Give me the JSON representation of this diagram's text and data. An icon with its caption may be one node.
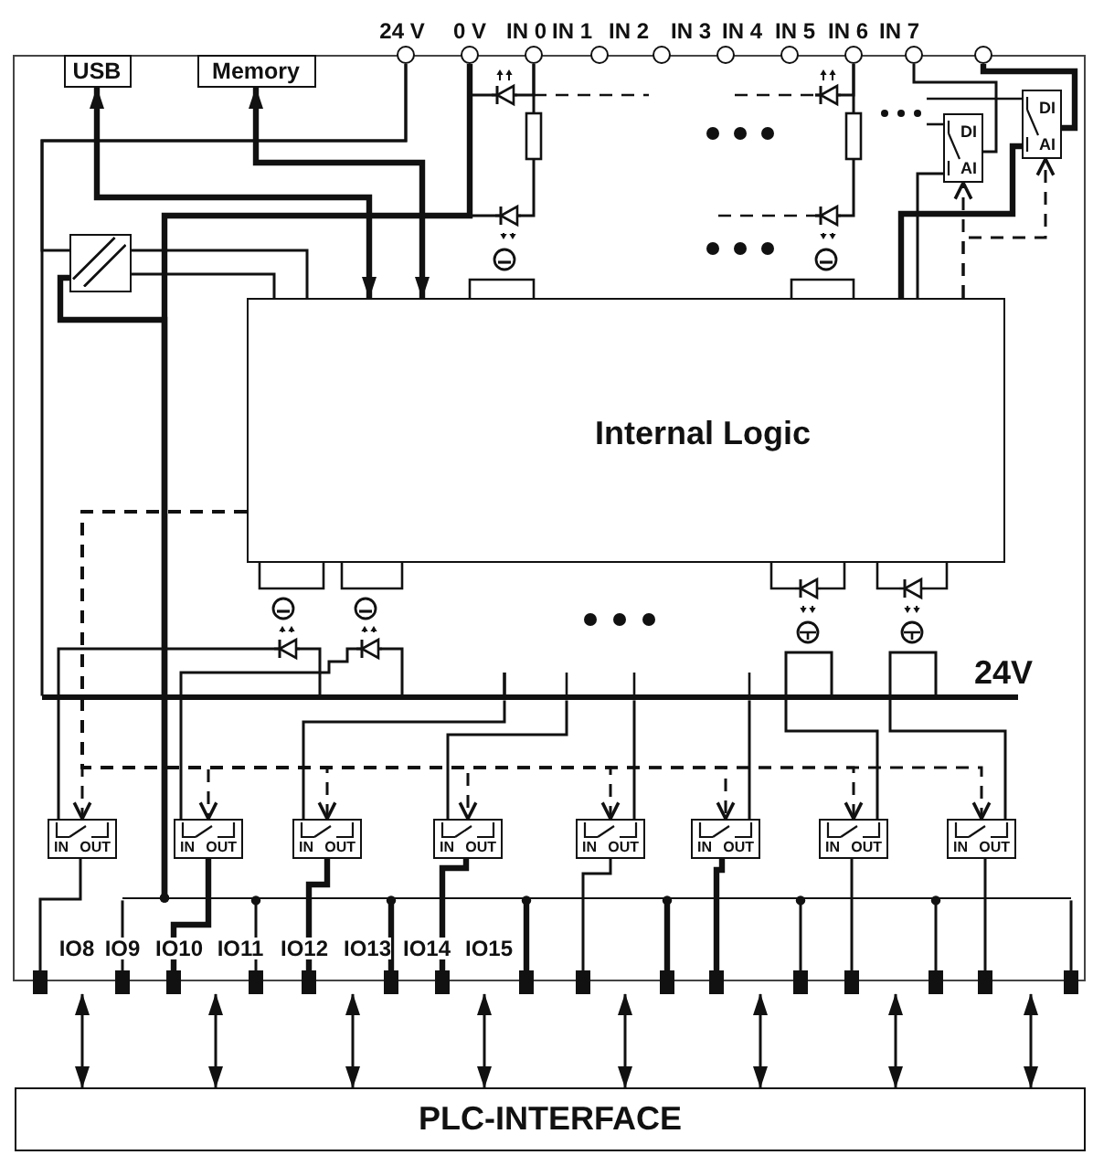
{
  "diagram": {
    "nodes": [
      {
        "text": [],
        "shape": "box"
      },
      {
        "text": [
          "USB"
        ],
        "in": 0
      },
      {
        "text": [
          "Memory"
        ],
        "in": 0
      },
      {
        "text": [],
        "shape": "circle"
      },
      {
        "text": [],
        "shape": "circle"
      },
      {
        "text": [],
        "shape": "circle"
      },
      {
        "text": [],
        "shape": "circle"
      },
      {
        "text": [],
        "shape": "circle"
      },
      {
        "text": [],
        "shape": "circle"
      },
      {
        "text": [],
        "shape": "circle"
      },
      {
        "text": [],
        "shape": "circle"
      },
      {
        "text": [],
        "shape": "circle"
      },
      {
        "text": [],
        "shape": "circle"
      },
      {
        "text": [
          "DI",
          "AI"
        ],
        "in": 0
      },
      {
        "text": [
          "DI",
          "AI"
        ],
        "in": 0
      },
      {
        "text": [],
        "shape": "box",
        "in": 0
      },
      {
        "text": [
          "Internal Logic"
        ],
        "in": 0
      },
      {
        "text": [],
        "shape": "bar",
        "in": 0,
        "beside": [
          "24V"
        ]
      },
      {
        "text": [
          "IN",
          "OUT"
        ],
        "in": 0
      },
      {
        "text": [
          "IN",
          "OUT"
        ],
        "in": 0
      },
      {
        "text": [
          "IN",
          "OUT"
        ],
        "in": 0
      },
      {
        "text": [
          "IN",
          "OUT"
        ],
        "in": 0
      },
      {
        "text": [
          "IN",
          "OUT"
        ],
        "in": 0
      },
      {
        "text": [
          "IN",
          "OUT"
        ],
        "in": 0
      },
      {
        "text": [
          "IN",
          "OUT"
        ],
        "in": 0
      },
      {
        "text": [
          "IN",
          "OUT"
        ],
        "in": 0
      },
      {
        "text": [],
        "shape": "bar",
        "in": 0
      },
      {
        "text": [],
        "shape": "bar"
      },
      {
        "text": [],
        "shape": "bar"
      },
      {
        "text": [],
        "shape": "bar"
      },
      {
        "text": [],
        "shape": "bar"
      },
      {
        "text": [],
        "shape": "bar"
      },
      {
        "text": [],
        "shape": "bar"
      },
      {
        "text": [],
        "shape": "bar"
      },
      {
        "text": [],
        "shape": "bar"
      },
      {
        "text": [],
        "shape": "bar"
      },
      {
        "text": [],
        "shape": "bar"
      },
      {
        "text": [],
        "shape": "bar"
      },
      {
        "text": [],
        "shape": "bar"
      },
      {
        "text": [],
        "shape": "bar"
      },
      {
        "text": [],
        "shape": "bar"
      },
      {
        "text": [],
        "shape": "bar"
      },
      {
        "text": [],
        "shape": "bar"
      },
      {
        "text": [
          "PLC-INTERFACE"
        ]
      }
    ],
    "edges": [
      {
        "from": 1,
        "to": 16,
        "arrow": "both",
        "style": "thick"
      },
      {
        "from": 2,
        "to": 16,
        "arrow": "both",
        "style": "thick"
      },
      {
        "from": 16,
        "to": 13,
        "arrow": "to",
        "style": "dashed"
      },
      {
        "from": 16,
        "to": 14,
        "arrow": "to",
        "style": "dashed"
      },
      {
        "from": 13,
        "to": 16,
        "arrow": "none"
      },
      {
        "from": 14,
        "to": 16,
        "arrow": "none",
        "style": "thick"
      },
      {
        "from": 16,
        "to": 18,
        "arrow": "to",
        "style": "dashed"
      },
      {
        "from": 16,
        "to": 19,
        "arrow": "to",
        "style": "dashed"
      },
      {
        "from": 16,
        "to": 20,
        "arrow": "to",
        "style": "dashed"
      },
      {
        "from": 16,
        "to": 21,
        "arrow": "to",
        "style": "dashed"
      },
      {
        "from": 16,
        "to": 22,
        "arrow": "to",
        "style": "dashed"
      },
      {
        "from": 16,
        "to": 23,
        "arrow": "to",
        "style": "dashed"
      },
      {
        "from": 16,
        "to": 24,
        "arrow": "to",
        "style": "dashed"
      },
      {
        "from": 16,
        "to": 25,
        "arrow": "to",
        "style": "dashed"
      },
      {
        "from": 0,
        "to": 43,
        "arrow": "both"
      },
      {
        "from": 0,
        "to": 43,
        "arrow": "both"
      },
      {
        "from": 0,
        "to": 43,
        "arrow": "both"
      },
      {
        "from": 0,
        "to": 43,
        "arrow": "both"
      },
      {
        "from": 0,
        "to": 43,
        "arrow": "both"
      },
      {
        "from": 0,
        "to": 43,
        "arrow": "both"
      },
      {
        "from": 0,
        "to": 43,
        "arrow": "both"
      },
      {
        "from": 0,
        "to": 43,
        "arrow": "both"
      },
      {
        "from": 11,
        "to": 13,
        "arrow": "none"
      },
      {
        "from": 12,
        "to": 14,
        "arrow": "none",
        "style": "thick"
      },
      {
        "from": 3,
        "to": 17,
        "arrow": "none"
      },
      {
        "from": 3,
        "to": 15,
        "arrow": "none"
      },
      {
        "from": 15,
        "to": 16,
        "arrow": "none"
      },
      {
        "from": 15,
        "to": 16,
        "arrow": "none"
      },
      {
        "from": 15,
        "to": 26,
        "arrow": "other",
        "style": "thick"
      },
      {
        "from": 4,
        "to": 26,
        "arrow": "other",
        "style": "thick"
      },
      {
        "from": 18,
        "to": 27,
        "arrow": "none"
      },
      {
        "from": 19,
        "to": 29,
        "arrow": "none",
        "style": "thick"
      },
      {
        "from": 20,
        "to": 31,
        "arrow": "none",
        "style": "thick"
      },
      {
        "from": 21,
        "to": 33,
        "arrow": "none",
        "style": "thick"
      },
      {
        "from": 22,
        "to": 35,
        "arrow": "none"
      },
      {
        "from": 23,
        "to": 37,
        "arrow": "none",
        "style": "thick"
      },
      {
        "from": 24,
        "to": 39,
        "arrow": "none"
      },
      {
        "from": 25,
        "to": 41,
        "arrow": "none"
      },
      {
        "from": 26,
        "to": 28,
        "arrow": "none"
      },
      {
        "from": 30,
        "to": 26,
        "arrow": "other"
      },
      {
        "from": 32,
        "to": 26,
        "arrow": "other",
        "style": "thick"
      },
      {
        "from": 34,
        "to": 26,
        "arrow": "other",
        "style": "thick"
      },
      {
        "from": 36,
        "to": 26,
        "arrow": "other",
        "style": "thick"
      },
      {
        "from": 38,
        "to": 26,
        "arrow": "other"
      },
      {
        "from": 40,
        "to": 26,
        "arrow": "other"
      },
      {
        "from": 26,
        "to": 42,
        "arrow": "none"
      },
      {
        "from": 20,
        "to": 17,
        "arrow": "none"
      },
      {
        "from": 21,
        "to": 17,
        "arrow": "none"
      },
      {
        "from": 22,
        "to": 17,
        "arrow": "none"
      },
      {
        "from": 23,
        "to": 17,
        "arrow": "none"
      },
      {
        "from": 24,
        "to": 17,
        "arrow": "none"
      },
      {
        "from": 25,
        "to": 17,
        "arrow": "none"
      },
      {
        "from": 17,
        "to": 18,
        "arrow": "to"
      },
      {
        "from": 17,
        "to": 19,
        "arrow": "to"
      },
      {
        "from": 5,
        "to": 4,
        "arrow": "to"
      },
      {
        "from": 5,
        "to": 4,
        "arrow": "to"
      },
      {
        "from": 10,
        "to": null,
        "arrow": "to"
      },
      {
        "from": 10,
        "to": null,
        "arrow": "to"
      }
    ],
    "labels": [
      "24 V",
      "0 V",
      "IN 0",
      "IN 1",
      "IN 2",
      "IN 3",
      "IN 4",
      "IN 5",
      "IN 6",
      "IN 7",
      "IO8",
      "IO9",
      "IO10",
      "IO11",
      "IO12",
      "IO13",
      "IO14",
      "IO15"
    ]
  }
}
